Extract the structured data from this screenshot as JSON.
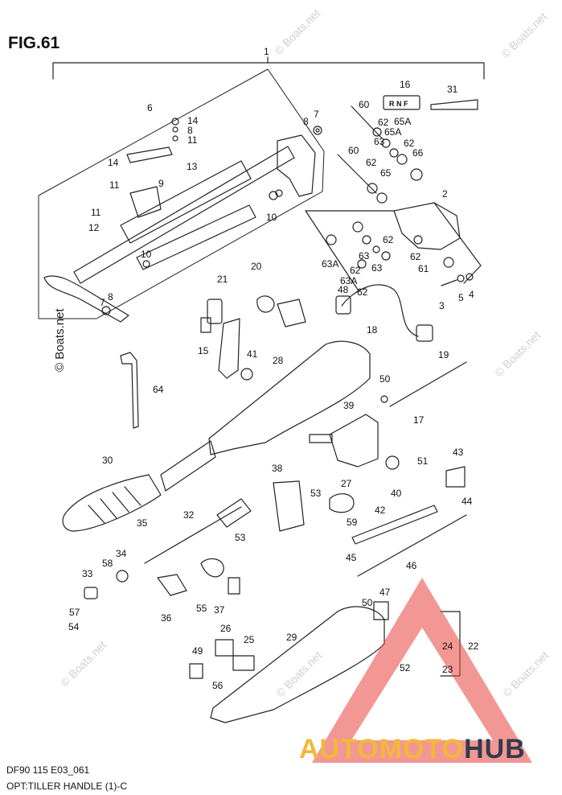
{
  "figure": {
    "title": "FIG.61",
    "footer_code": "DF90 115 E03_061",
    "footer_caption": "OPT:TILLER HANDLE (1)-C"
  },
  "watermark_text": "© Boats.net",
  "brand": {
    "part1": "AUTOMOTO",
    "part2": "HUB",
    "color1": "#f2b83a",
    "color2": "#333a4e",
    "triangle_color": "#e8413d"
  },
  "switch_label": "R N F",
  "callouts": [
    {
      "id": "c1",
      "text": "1"
    },
    {
      "id": "c6",
      "text": "6"
    },
    {
      "id": "c7",
      "text": "7"
    },
    {
      "id": "c8a",
      "text": "8"
    },
    {
      "id": "c14a",
      "text": "14"
    },
    {
      "id": "c8b",
      "text": "8"
    },
    {
      "id": "c11a",
      "text": "11"
    },
    {
      "id": "c14b",
      "text": "14"
    },
    {
      "id": "c13",
      "text": "13"
    },
    {
      "id": "c11b",
      "text": "11"
    },
    {
      "id": "c9",
      "text": "9"
    },
    {
      "id": "c11c",
      "text": "11"
    },
    {
      "id": "c12",
      "text": "12"
    },
    {
      "id": "c10a",
      "text": "10"
    },
    {
      "id": "c10b",
      "text": "10"
    },
    {
      "id": "c7b",
      "text": "7"
    },
    {
      "id": "c8c",
      "text": "8"
    },
    {
      "id": "c16",
      "text": "16"
    },
    {
      "id": "c31",
      "text": "31"
    },
    {
      "id": "c60a",
      "text": "60"
    },
    {
      "id": "c62a",
      "text": "62"
    },
    {
      "id": "c65A1",
      "text": "65A"
    },
    {
      "id": "c65A2",
      "text": "65A"
    },
    {
      "id": "c63a",
      "text": "63"
    },
    {
      "id": "c62b",
      "text": "62"
    },
    {
      "id": "c66",
      "text": "66"
    },
    {
      "id": "c60b",
      "text": "60"
    },
    {
      "id": "c62c",
      "text": "62"
    },
    {
      "id": "c65",
      "text": "65"
    },
    {
      "id": "c2",
      "text": "2"
    },
    {
      "id": "c62d",
      "text": "62"
    },
    {
      "id": "c62e",
      "text": "62"
    },
    {
      "id": "c63A1",
      "text": "63A"
    },
    {
      "id": "c63b",
      "text": "63"
    },
    {
      "id": "c63A2",
      "text": "63A"
    },
    {
      "id": "c63c",
      "text": "63"
    },
    {
      "id": "c62f",
      "text": "62"
    },
    {
      "id": "c62g",
      "text": "62"
    },
    {
      "id": "c61",
      "text": "61"
    },
    {
      "id": "c3",
      "text": "3"
    },
    {
      "id": "c5",
      "text": "5"
    },
    {
      "id": "c4",
      "text": "4"
    },
    {
      "id": "c20",
      "text": "20"
    },
    {
      "id": "c21",
      "text": "21"
    },
    {
      "id": "c48",
      "text": "48"
    },
    {
      "id": "c18",
      "text": "18"
    },
    {
      "id": "c19",
      "text": "19"
    },
    {
      "id": "c15",
      "text": "15"
    },
    {
      "id": "c41",
      "text": "41"
    },
    {
      "id": "c28",
      "text": "28"
    },
    {
      "id": "c64",
      "text": "64"
    },
    {
      "id": "c50a",
      "text": "50"
    },
    {
      "id": "c17",
      "text": "17"
    },
    {
      "id": "c39",
      "text": "39"
    },
    {
      "id": "c43",
      "text": "43"
    },
    {
      "id": "c30",
      "text": "30"
    },
    {
      "id": "c51",
      "text": "51"
    },
    {
      "id": "c40",
      "text": "40"
    },
    {
      "id": "c38",
      "text": "38"
    },
    {
      "id": "c27",
      "text": "27"
    },
    {
      "id": "c53a",
      "text": "53"
    },
    {
      "id": "c44",
      "text": "44"
    },
    {
      "id": "c42",
      "text": "42"
    },
    {
      "id": "c32",
      "text": "32"
    },
    {
      "id": "c59",
      "text": "59"
    },
    {
      "id": "c35",
      "text": "35"
    },
    {
      "id": "c53b",
      "text": "53"
    },
    {
      "id": "c45",
      "text": "45"
    },
    {
      "id": "c34",
      "text": "34"
    },
    {
      "id": "c58",
      "text": "58"
    },
    {
      "id": "c46",
      "text": "46"
    },
    {
      "id": "c33",
      "text": "33"
    },
    {
      "id": "c36",
      "text": "36"
    },
    {
      "id": "c55",
      "text": "55"
    },
    {
      "id": "c37",
      "text": "37"
    },
    {
      "id": "c47",
      "text": "47"
    },
    {
      "id": "c57",
      "text": "57"
    },
    {
      "id": "c50b",
      "text": "50"
    },
    {
      "id": "c54",
      "text": "54"
    },
    {
      "id": "c26",
      "text": "26"
    },
    {
      "id": "c25",
      "text": "25"
    },
    {
      "id": "c29",
      "text": "29"
    },
    {
      "id": "c24",
      "text": "24"
    },
    {
      "id": "c22",
      "text": "22"
    },
    {
      "id": "c49",
      "text": "49"
    },
    {
      "id": "c52",
      "text": "52"
    },
    {
      "id": "c23",
      "text": "23"
    },
    {
      "id": "c56",
      "text": "56"
    }
  ]
}
